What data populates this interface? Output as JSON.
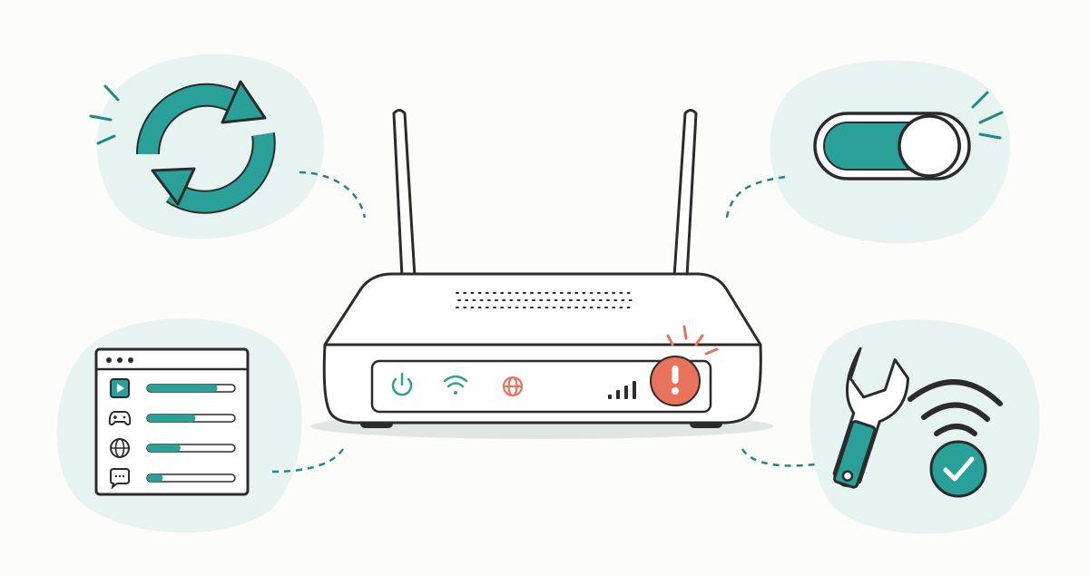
{
  "illustration": {
    "colors": {
      "background": "#fcfcfb",
      "blob": "#e6f3f1",
      "teal": "#2aa198",
      "teal_dark": "#1f8a80",
      "ink": "#2b2b2b",
      "alert": "#e9735a",
      "router_body": "#ffffff",
      "router_shadow": "#dfe6e4"
    },
    "panels": [
      {
        "name": "restart",
        "icon": "refresh-arrows-icon"
      },
      {
        "name": "toggle",
        "icon": "toggle-switch-icon",
        "state": "on"
      },
      {
        "name": "bandwidth",
        "icon": "app-usage-window-icon"
      },
      {
        "name": "fixed",
        "icon": "wrench-icon",
        "secondary_icon": "wifi-check-icon"
      }
    ],
    "router": {
      "antennas": 2,
      "status_leds": [
        "power-icon",
        "wifi-icon",
        "globe-icon"
      ],
      "signal_bars": 4,
      "alert": "exclamation-icon"
    },
    "usage_list": [
      {
        "icon": "play-icon",
        "level": 0.8
      },
      {
        "icon": "gamepad-icon",
        "level": 0.55
      },
      {
        "icon": "globe-icon",
        "level": 0.38
      },
      {
        "icon": "chat-icon",
        "level": 0.18
      }
    ]
  }
}
